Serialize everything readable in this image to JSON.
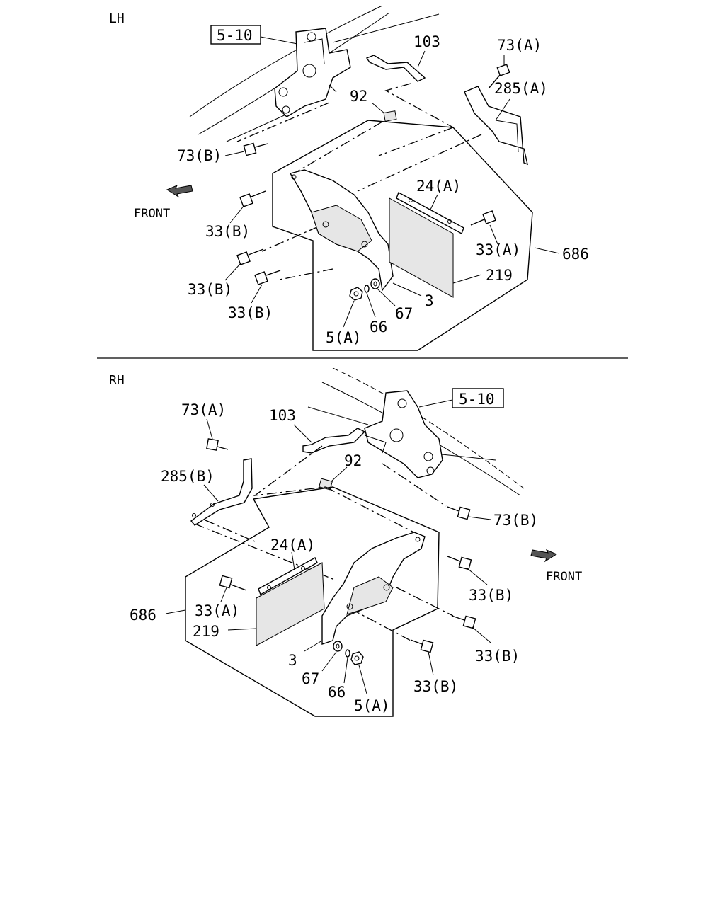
{
  "diagram": {
    "lh": {
      "section_label": "LH",
      "ref_box": "5-10",
      "front_label": "FRONT",
      "callouts": {
        "c103": "103",
        "c73a": "73(A)",
        "c285a": "285(A)",
        "c92": "92",
        "c73b": "73(B)",
        "c24a": "24(A)",
        "c33b_1": "33(B)",
        "c33a": "33(A)",
        "c686": "686",
        "c33b_2": "33(B)",
        "c219": "219",
        "c33b_3": "33(B)",
        "c3": "3",
        "c67": "67",
        "c66": "66",
        "c5a": "5(A)"
      }
    },
    "rh": {
      "section_label": "RH",
      "ref_box": "5-10",
      "front_label": "FRONT",
      "callouts": {
        "c73a": "73(A)",
        "c103": "103",
        "c92": "92",
        "c285b": "285(B)",
        "c73b": "73(B)",
        "c24a": "24(A)",
        "c33b_1": "33(B)",
        "c33a": "33(A)",
        "c686": "686",
        "c219": "219",
        "c33b_2": "33(B)",
        "c3": "3",
        "c67": "67",
        "c66": "66",
        "c5a": "5(A)",
        "c33b_3": "33(B)"
      }
    }
  }
}
